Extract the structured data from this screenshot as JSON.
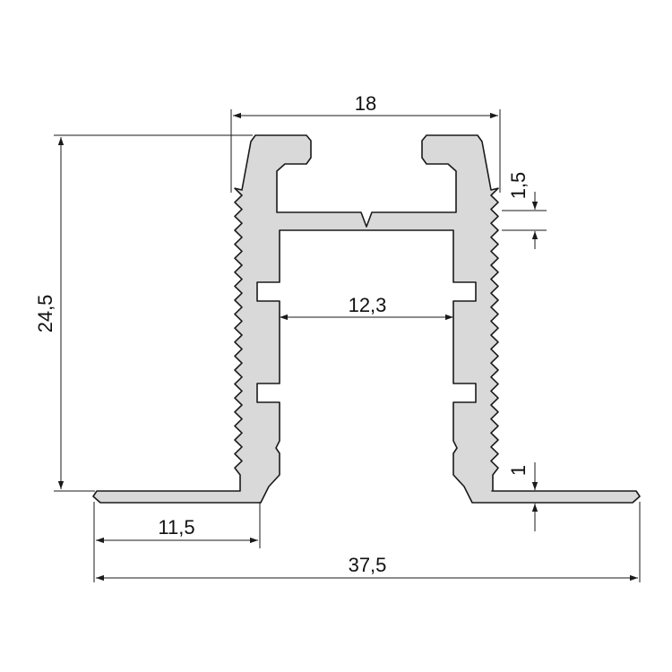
{
  "colors": {
    "profile_fill": "#d9d9d9",
    "outline": "#1a1a1a",
    "text": "#111111",
    "background": "#ffffff"
  },
  "dimensions": {
    "top_width": "18",
    "total_height": "24,5",
    "inner_width": "12,3",
    "lip_thickness": "1,5",
    "flange_thickness": "1",
    "flange_width": "11,5",
    "total_width": "37,5"
  }
}
